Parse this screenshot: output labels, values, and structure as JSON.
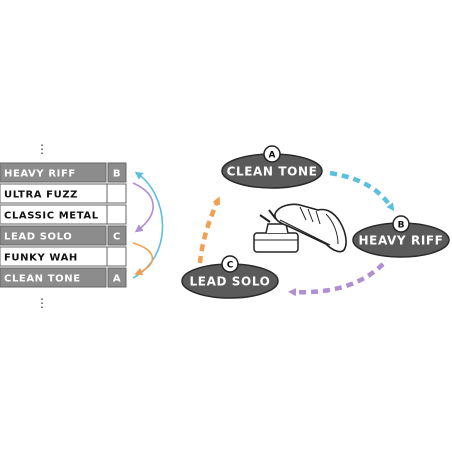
{
  "list": {
    "more_above": "⋮",
    "more_below": "⋮",
    "rows": [
      {
        "name": "HEAVY RIFF",
        "tag": "B",
        "highlighted": true
      },
      {
        "name": "ULTRA FUZZ",
        "tag": "",
        "highlighted": false
      },
      {
        "name": "CLASSIC METAL",
        "tag": "",
        "highlighted": false
      },
      {
        "name": "LEAD SOLO",
        "tag": "C",
        "highlighted": true
      },
      {
        "name": "FUNKY WAH",
        "tag": "",
        "highlighted": false
      },
      {
        "name": "CLEAN TONE",
        "tag": "A",
        "highlighted": true
      }
    ]
  },
  "cycle": {
    "a": {
      "badge": "A",
      "label": "CLEAN TONE"
    },
    "b": {
      "badge": "B",
      "label": "HEAVY RIFF"
    },
    "c": {
      "badge": "C",
      "label": "LEAD SOLO"
    }
  },
  "icons": {
    "pedal": "footswitch-pedal-icon",
    "shoe": "sneaker-shoe-icon"
  },
  "colors": {
    "row_highlight": "#8c8c8c",
    "oval_fill": "#5a5a5a",
    "arrow_blue": "#5bc0de",
    "arrow_purple": "#b08ed0",
    "arrow_orange": "#f0a050"
  }
}
